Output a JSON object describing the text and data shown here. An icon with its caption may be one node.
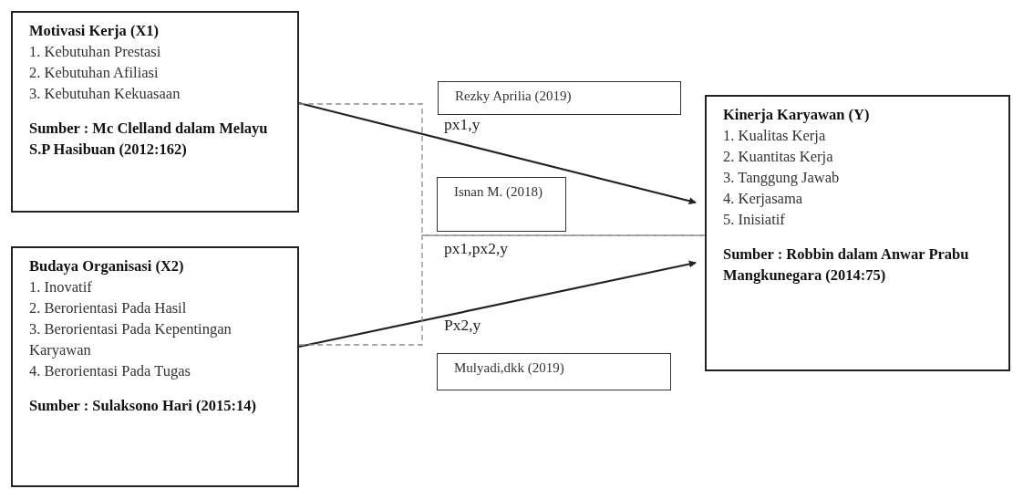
{
  "diagram": {
    "nodes": [
      {
        "text": [
          "Motivasi Kerja (X1)",
          "1. Kebutuhan Prestasi",
          "2. Kebutuhan Afiliasi",
          "3. Kebutuhan Kekuasaan",
          "Sumber : Mc Clelland dalam Melayu S.P Hasibuan (2012:162)"
        ]
      },
      {
        "text": [
          "Budaya Organisasi (X2)",
          "1. Inovatif",
          "2. Berorientasi Pada Hasil",
          "3. Berorientasi Pada Kepentingan Karyawan",
          "4. Berorientasi Pada Tugas",
          "Sumber : Sulaksono Hari (2015:14)"
        ]
      },
      {
        "text": [
          "Kinerja Karyawan (Y)",
          "1. Kualitas Kerja",
          "2. Kuantitas Kerja",
          "3. Tanggung Jawab",
          "4. Kerjasama",
          "5. Inisiatif",
          "Sumber : Robbin dalam Anwar Prabu Mangkunegara (2014:75)"
        ]
      },
      {
        "text": [
          "Rezky Aprilia (2019)"
        ]
      },
      {
        "text": [
          "Isnan M. (2018)"
        ]
      },
      {
        "text": [
          "Mulyadi,dkk (2019)"
        ]
      }
    ],
    "edges": [
      {
        "from": 0,
        "to": 2,
        "arrow": "to"
      },
      {
        "from": 1,
        "to": 2,
        "arrow": "to"
      },
      {
        "from": 0,
        "to": 2,
        "arrow": "none",
        "style": "dashed",
        "color": "#8c8c8c"
      },
      {
        "from": 1,
        "to": 2,
        "arrow": "none",
        "style": "dashed",
        "color": "#8c8c8c"
      }
    ],
    "labels": [
      "px1,y",
      "px1,px2,y",
      "Px2,y"
    ]
  }
}
